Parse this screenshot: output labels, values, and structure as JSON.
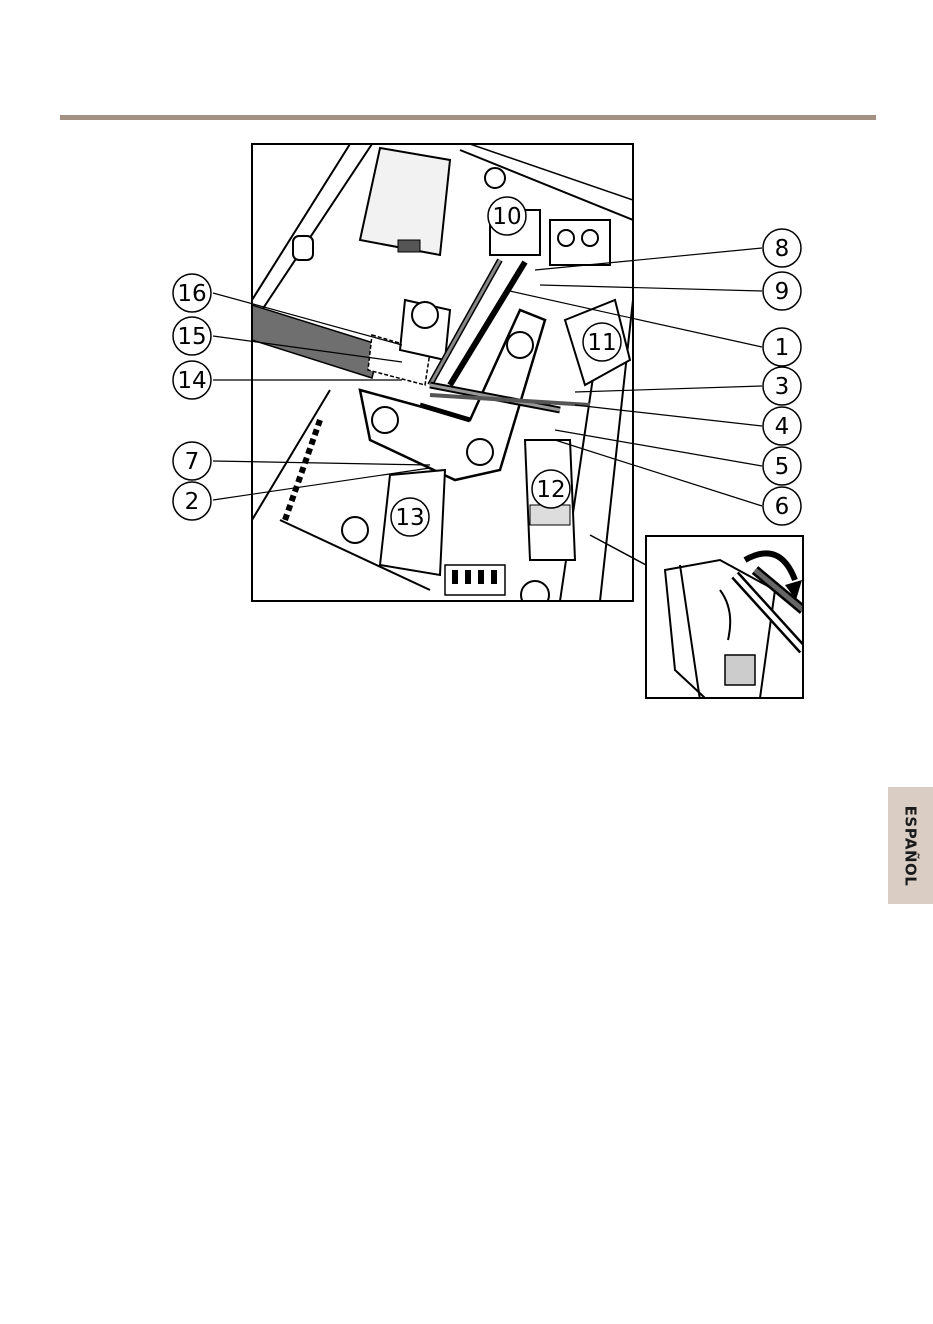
{
  "callouts": {
    "c1": "1",
    "c2": "2",
    "c3": "3",
    "c4": "4",
    "c5": "5",
    "c6": "6",
    "c7": "7",
    "c8": "8",
    "c9": "9",
    "c10": "10",
    "c11": "11",
    "c12": "12",
    "c13": "13",
    "c14": "14",
    "c15": "15",
    "c16": "16"
  },
  "side_tab": {
    "label": "ESPAÑOL"
  },
  "colors": {
    "rule": "#a49184",
    "tab": "#d9cdc4"
  },
  "icons": {
    "inset": "screwdriver-release-detail",
    "arrow": "rotate-arrow-icon"
  }
}
